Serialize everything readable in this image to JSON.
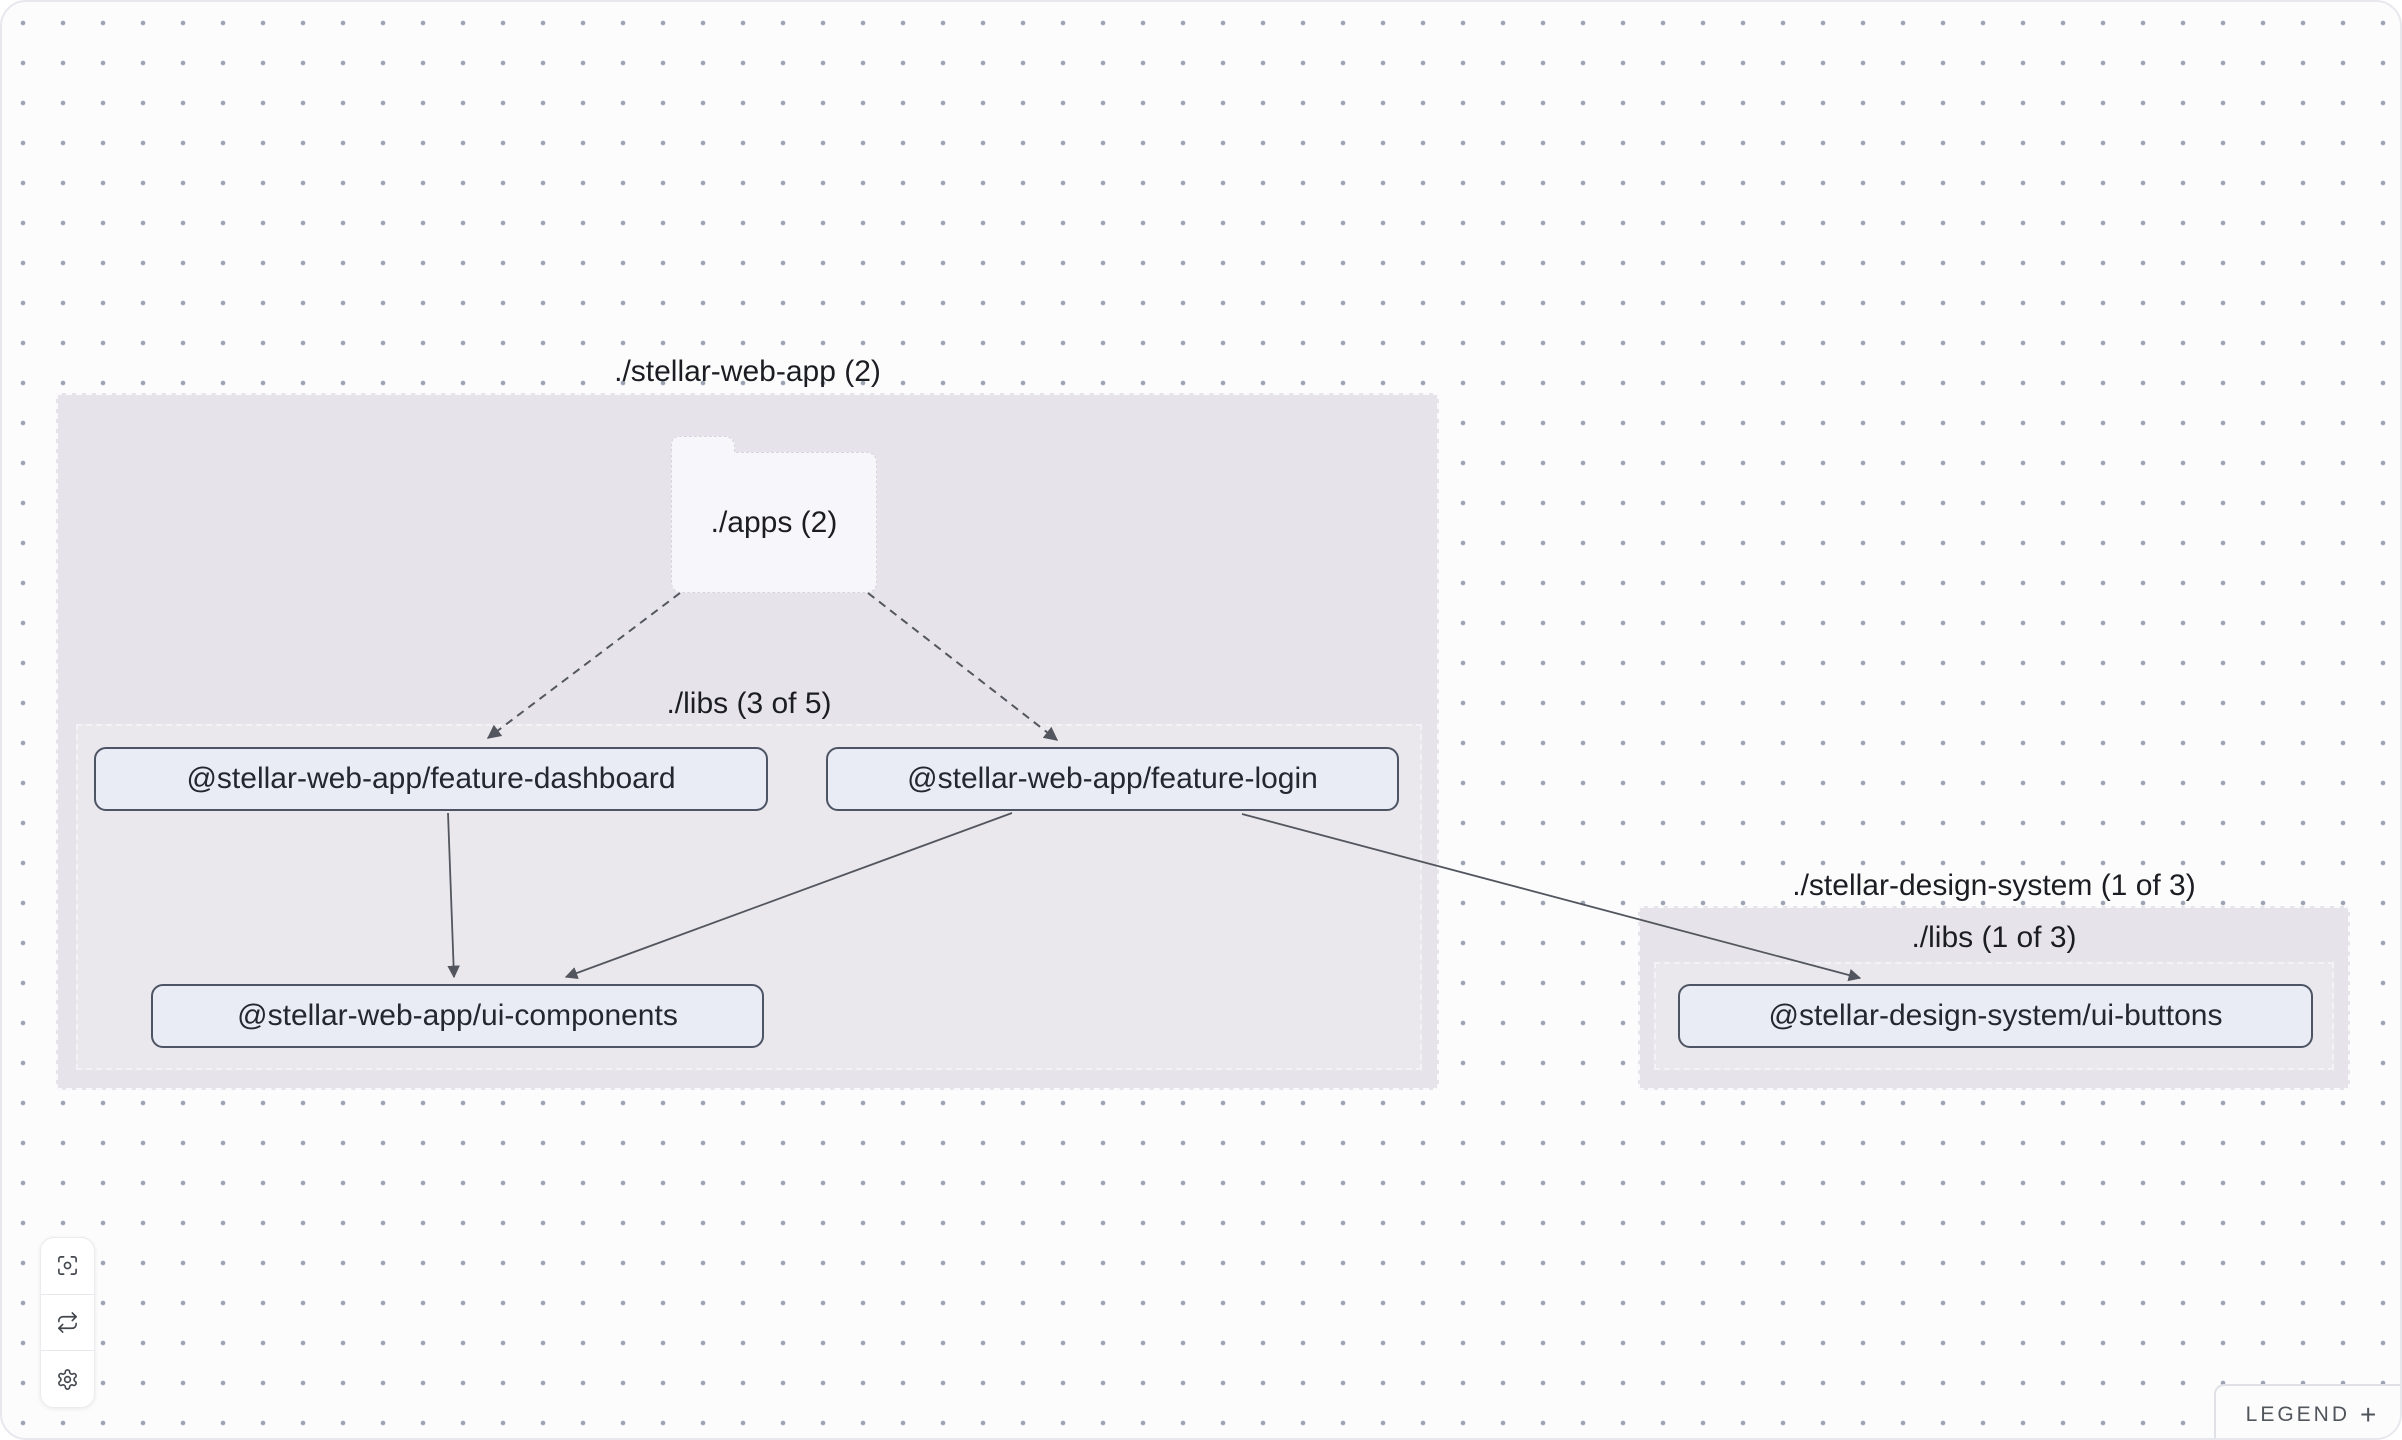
{
  "graph": {
    "web_app_group": {
      "label": "./stellar-web-app (2)"
    },
    "apps_folder": {
      "label": "./apps (2)"
    },
    "web_app_libs": {
      "label": "./libs (3 of 5)"
    },
    "design_group": {
      "label": "./stellar-design-system (1 of 3)"
    },
    "design_libs": {
      "label": "./libs (1 of 3)"
    },
    "nodes": {
      "feature_dashboard": {
        "label": "@stellar-web-app/feature-dashboard"
      },
      "feature_login": {
        "label": "@stellar-web-app/feature-login"
      },
      "ui_components": {
        "label": "@stellar-web-app/ui-components"
      },
      "ui_buttons": {
        "label": "@stellar-design-system/ui-buttons"
      }
    },
    "edges": [
      {
        "source": "./apps",
        "target": "@stellar-web-app/feature-dashboard",
        "type": "dashed"
      },
      {
        "source": "./apps",
        "target": "@stellar-web-app/feature-login",
        "type": "dashed"
      },
      {
        "source": "@stellar-web-app/feature-dashboard",
        "target": "@stellar-web-app/ui-components",
        "type": "solid"
      },
      {
        "source": "@stellar-web-app/feature-login",
        "target": "@stellar-web-app/ui-components",
        "type": "solid"
      },
      {
        "source": "@stellar-web-app/feature-login",
        "target": "@stellar-design-system/ui-buttons",
        "type": "solid"
      }
    ]
  },
  "toolbar": {
    "buttons": [
      {
        "name": "focus"
      },
      {
        "name": "refresh"
      },
      {
        "name": "settings"
      }
    ]
  },
  "legend": {
    "label": "LEGEND",
    "toggle": "+"
  },
  "colors": {
    "canvas_bg": "#fcfcfd",
    "dot": "#9aa4b2",
    "group_fill": "#e6e4ea",
    "folder_fill": "#f7f6fa",
    "node_fill": "#e9ebf5",
    "node_border": "#4d5464",
    "edge": "#53565e",
    "text": "#1b1d22"
  }
}
